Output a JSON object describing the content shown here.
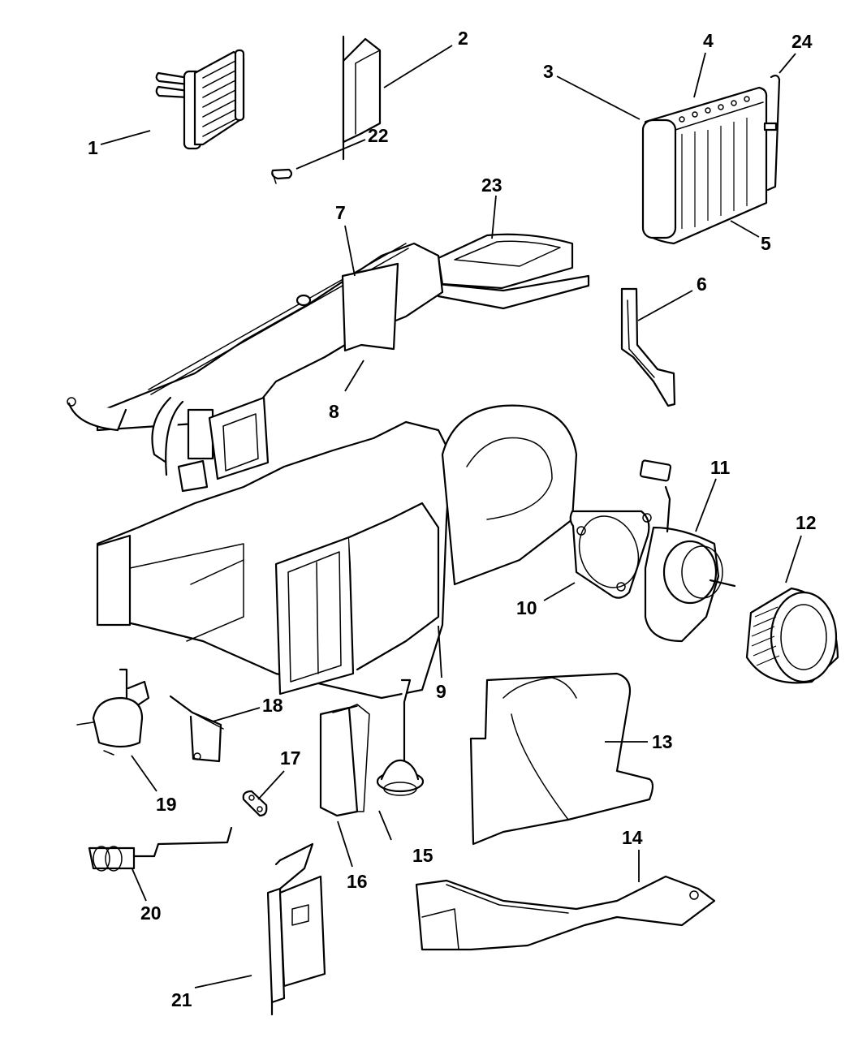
{
  "diagram": {
    "type": "exploded-parts-diagram",
    "subject": "HVAC heater / A/C housing assembly",
    "colors": {
      "background": "#ffffff",
      "line": "#000000"
    },
    "callouts": [
      {
        "id": "1",
        "label": "1",
        "part": "heater-core"
      },
      {
        "id": "2",
        "label": "2",
        "part": "door"
      },
      {
        "id": "3",
        "label": "3",
        "part": "evaporator-core"
      },
      {
        "id": "4",
        "label": "4",
        "part": "evaporator-seal-top"
      },
      {
        "id": "5",
        "label": "5",
        "part": "evaporator-seal-bottom"
      },
      {
        "id": "6",
        "label": "6",
        "part": "bracket"
      },
      {
        "id": "7",
        "label": "7",
        "part": "door"
      },
      {
        "id": "8",
        "label": "8",
        "part": "upper-housing-with-harness"
      },
      {
        "id": "9",
        "label": "9",
        "part": "lower-housing"
      },
      {
        "id": "10",
        "label": "10",
        "part": "blower-motor-seal"
      },
      {
        "id": "11",
        "label": "11",
        "part": "blower-motor"
      },
      {
        "id": "12",
        "label": "12",
        "part": "blower-wheel"
      },
      {
        "id": "13",
        "label": "13",
        "part": "blower-housing-cover"
      },
      {
        "id": "14",
        "label": "14",
        "part": "duct"
      },
      {
        "id": "15",
        "label": "15",
        "part": "vacuum-actuator"
      },
      {
        "id": "16",
        "label": "16",
        "part": "door"
      },
      {
        "id": "17",
        "label": "17",
        "part": "linkage-clip"
      },
      {
        "id": "18",
        "label": "18",
        "part": "bracket-link"
      },
      {
        "id": "19",
        "label": "19",
        "part": "vacuum-actuator"
      },
      {
        "id": "20",
        "label": "20",
        "part": "vacuum-actuator-with-rod"
      },
      {
        "id": "21",
        "label": "21",
        "part": "door"
      },
      {
        "id": "22",
        "label": "22",
        "part": "clip"
      },
      {
        "id": "23",
        "label": "23",
        "part": "seal"
      },
      {
        "id": "24",
        "label": "24",
        "part": "tube"
      }
    ]
  }
}
